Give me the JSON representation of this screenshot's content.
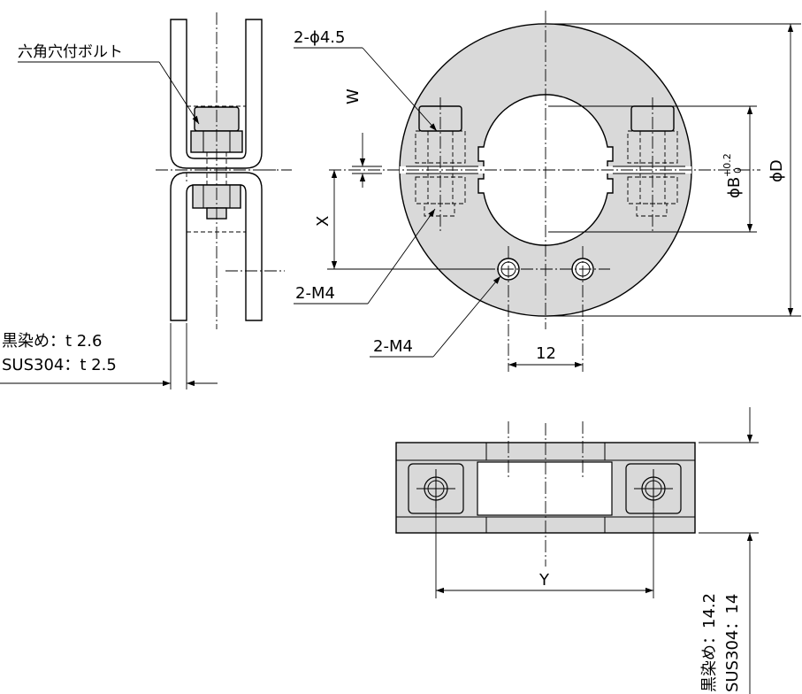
{
  "labels": {
    "bolt": "六角穴付ボルト",
    "hole_count": "2-ϕ4.5",
    "tap_left": "2-M4",
    "tap_bottom": "2-M4",
    "w": "W",
    "x": "X",
    "y": "Y",
    "pitch": "12",
    "bore": "ϕB",
    "bore_tol_upper": "+0.2",
    "bore_tol_lower": "0",
    "outer": "ϕD",
    "thick_black": "黒染め：t 2.6",
    "thick_sus": "SUS304：t 2.5",
    "width_black": "黒染め：14.2",
    "width_sus": "SUS304：14"
  },
  "colors": {
    "part_fill": "#d9d9d9",
    "line": "#000000",
    "background": "#ffffff"
  }
}
